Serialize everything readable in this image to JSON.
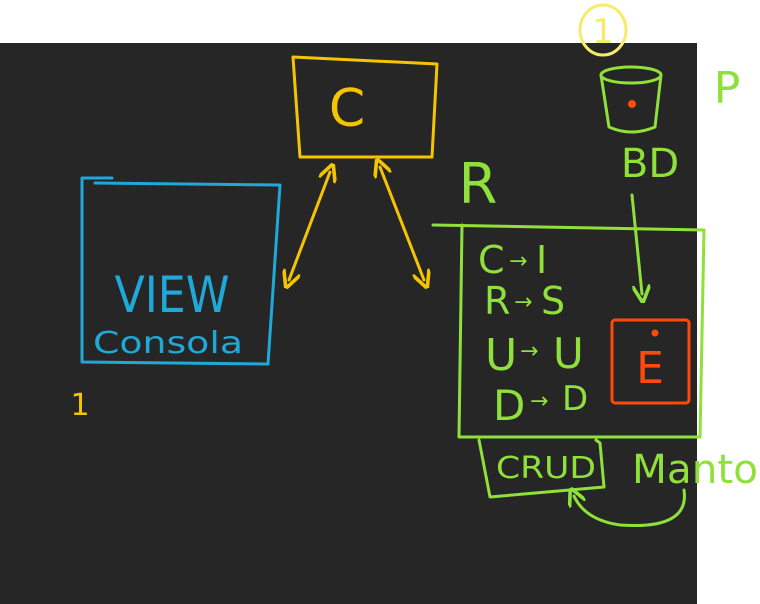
{
  "colors": {
    "background": "#262626",
    "outside": "#ffffff",
    "controller": "#f5c400",
    "view": "#1fa8d8",
    "model": "#8fe03a",
    "entity": "#ff4a0a"
  },
  "controller": {
    "label": "C",
    "badge": "1"
  },
  "view": {
    "title": "VIEW",
    "subtitle": "Consola",
    "note": "1"
  },
  "model": {
    "corner_label": "P",
    "db_label": "BD",
    "repo_label": "R",
    "crud_rows": [
      {
        "left": "C",
        "right": "I"
      },
      {
        "left": "R",
        "right": "S"
      },
      {
        "left": "U",
        "right": "U"
      },
      {
        "left": "D",
        "right": "D"
      }
    ],
    "entity_label": "E",
    "crud_box_label": "CRUD",
    "manto_label": "Manto"
  },
  "icons": {
    "database": "database-cylinder-icon",
    "arrow": "arrow-icon"
  }
}
